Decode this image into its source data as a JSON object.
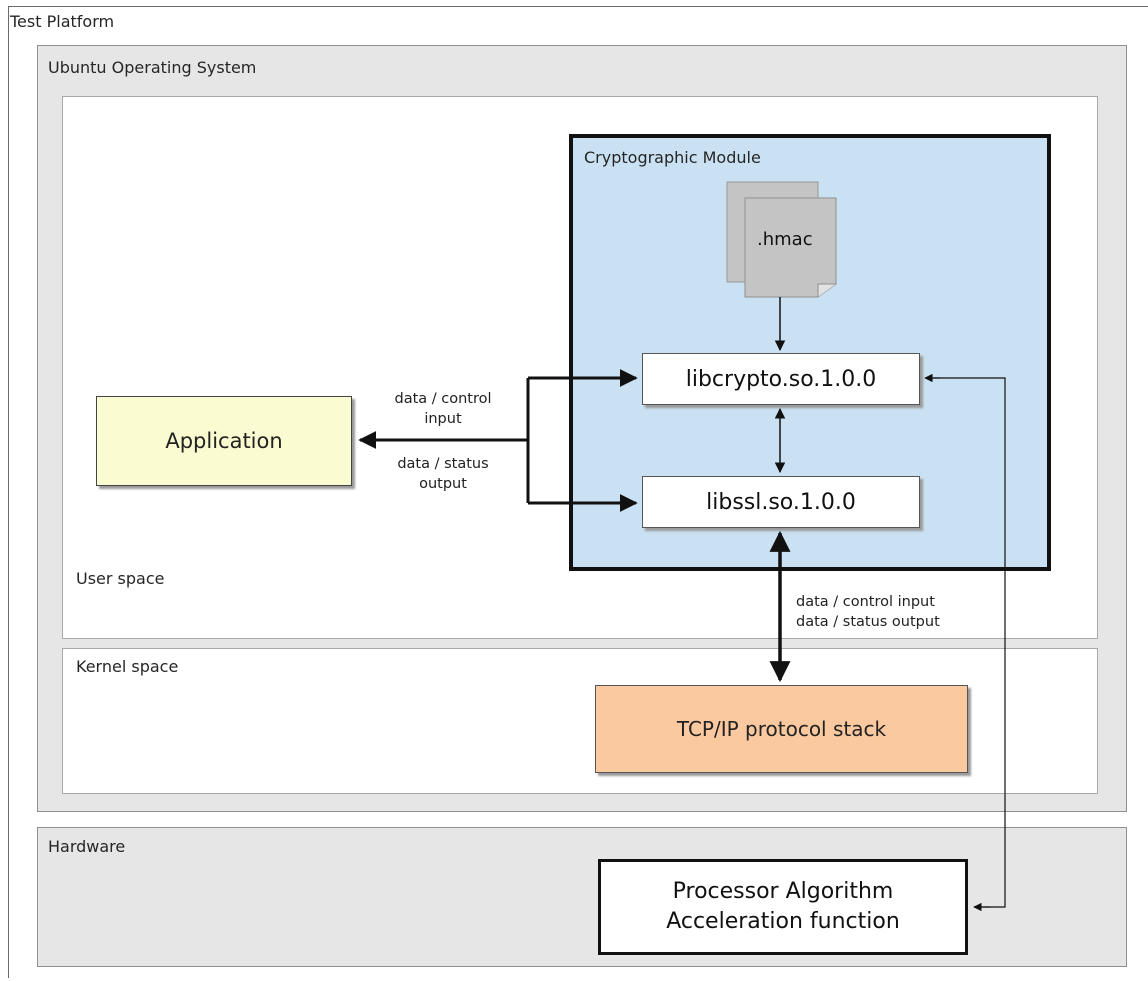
{
  "diagram": {
    "test_platform_label": "Test Platform",
    "ubuntu_label": "Ubuntu Operating System",
    "user_space_label": "User space",
    "kernel_space_label": "Kernel space",
    "hardware_label": "Hardware",
    "crypto_module_label": "Cryptographic Module",
    "hmac_label": ".hmac",
    "libcrypto_label": "libcrypto.so.1.0.0",
    "libssl_label": "libssl.so.1.0.0",
    "application_label": "Application",
    "tcp_label": "TCP/IP protocol stack",
    "accel_line1": "Processor Algorithm",
    "accel_line2": "Acceleration function",
    "app_in_line1": "data / control",
    "app_in_line2": "input",
    "app_out_line1": "data / status",
    "app_out_line2": "output",
    "tcp_in_label": "data / control input",
    "tcp_out_label": "data / status output"
  },
  "colors": {
    "application_fill": "#fafbd0",
    "crypto_module_fill": "#c9e1f2",
    "tcp_fill": "#fbc9a0",
    "region_gray": "#e6e6e6",
    "file_icon_fill": "#c4c4c4"
  }
}
